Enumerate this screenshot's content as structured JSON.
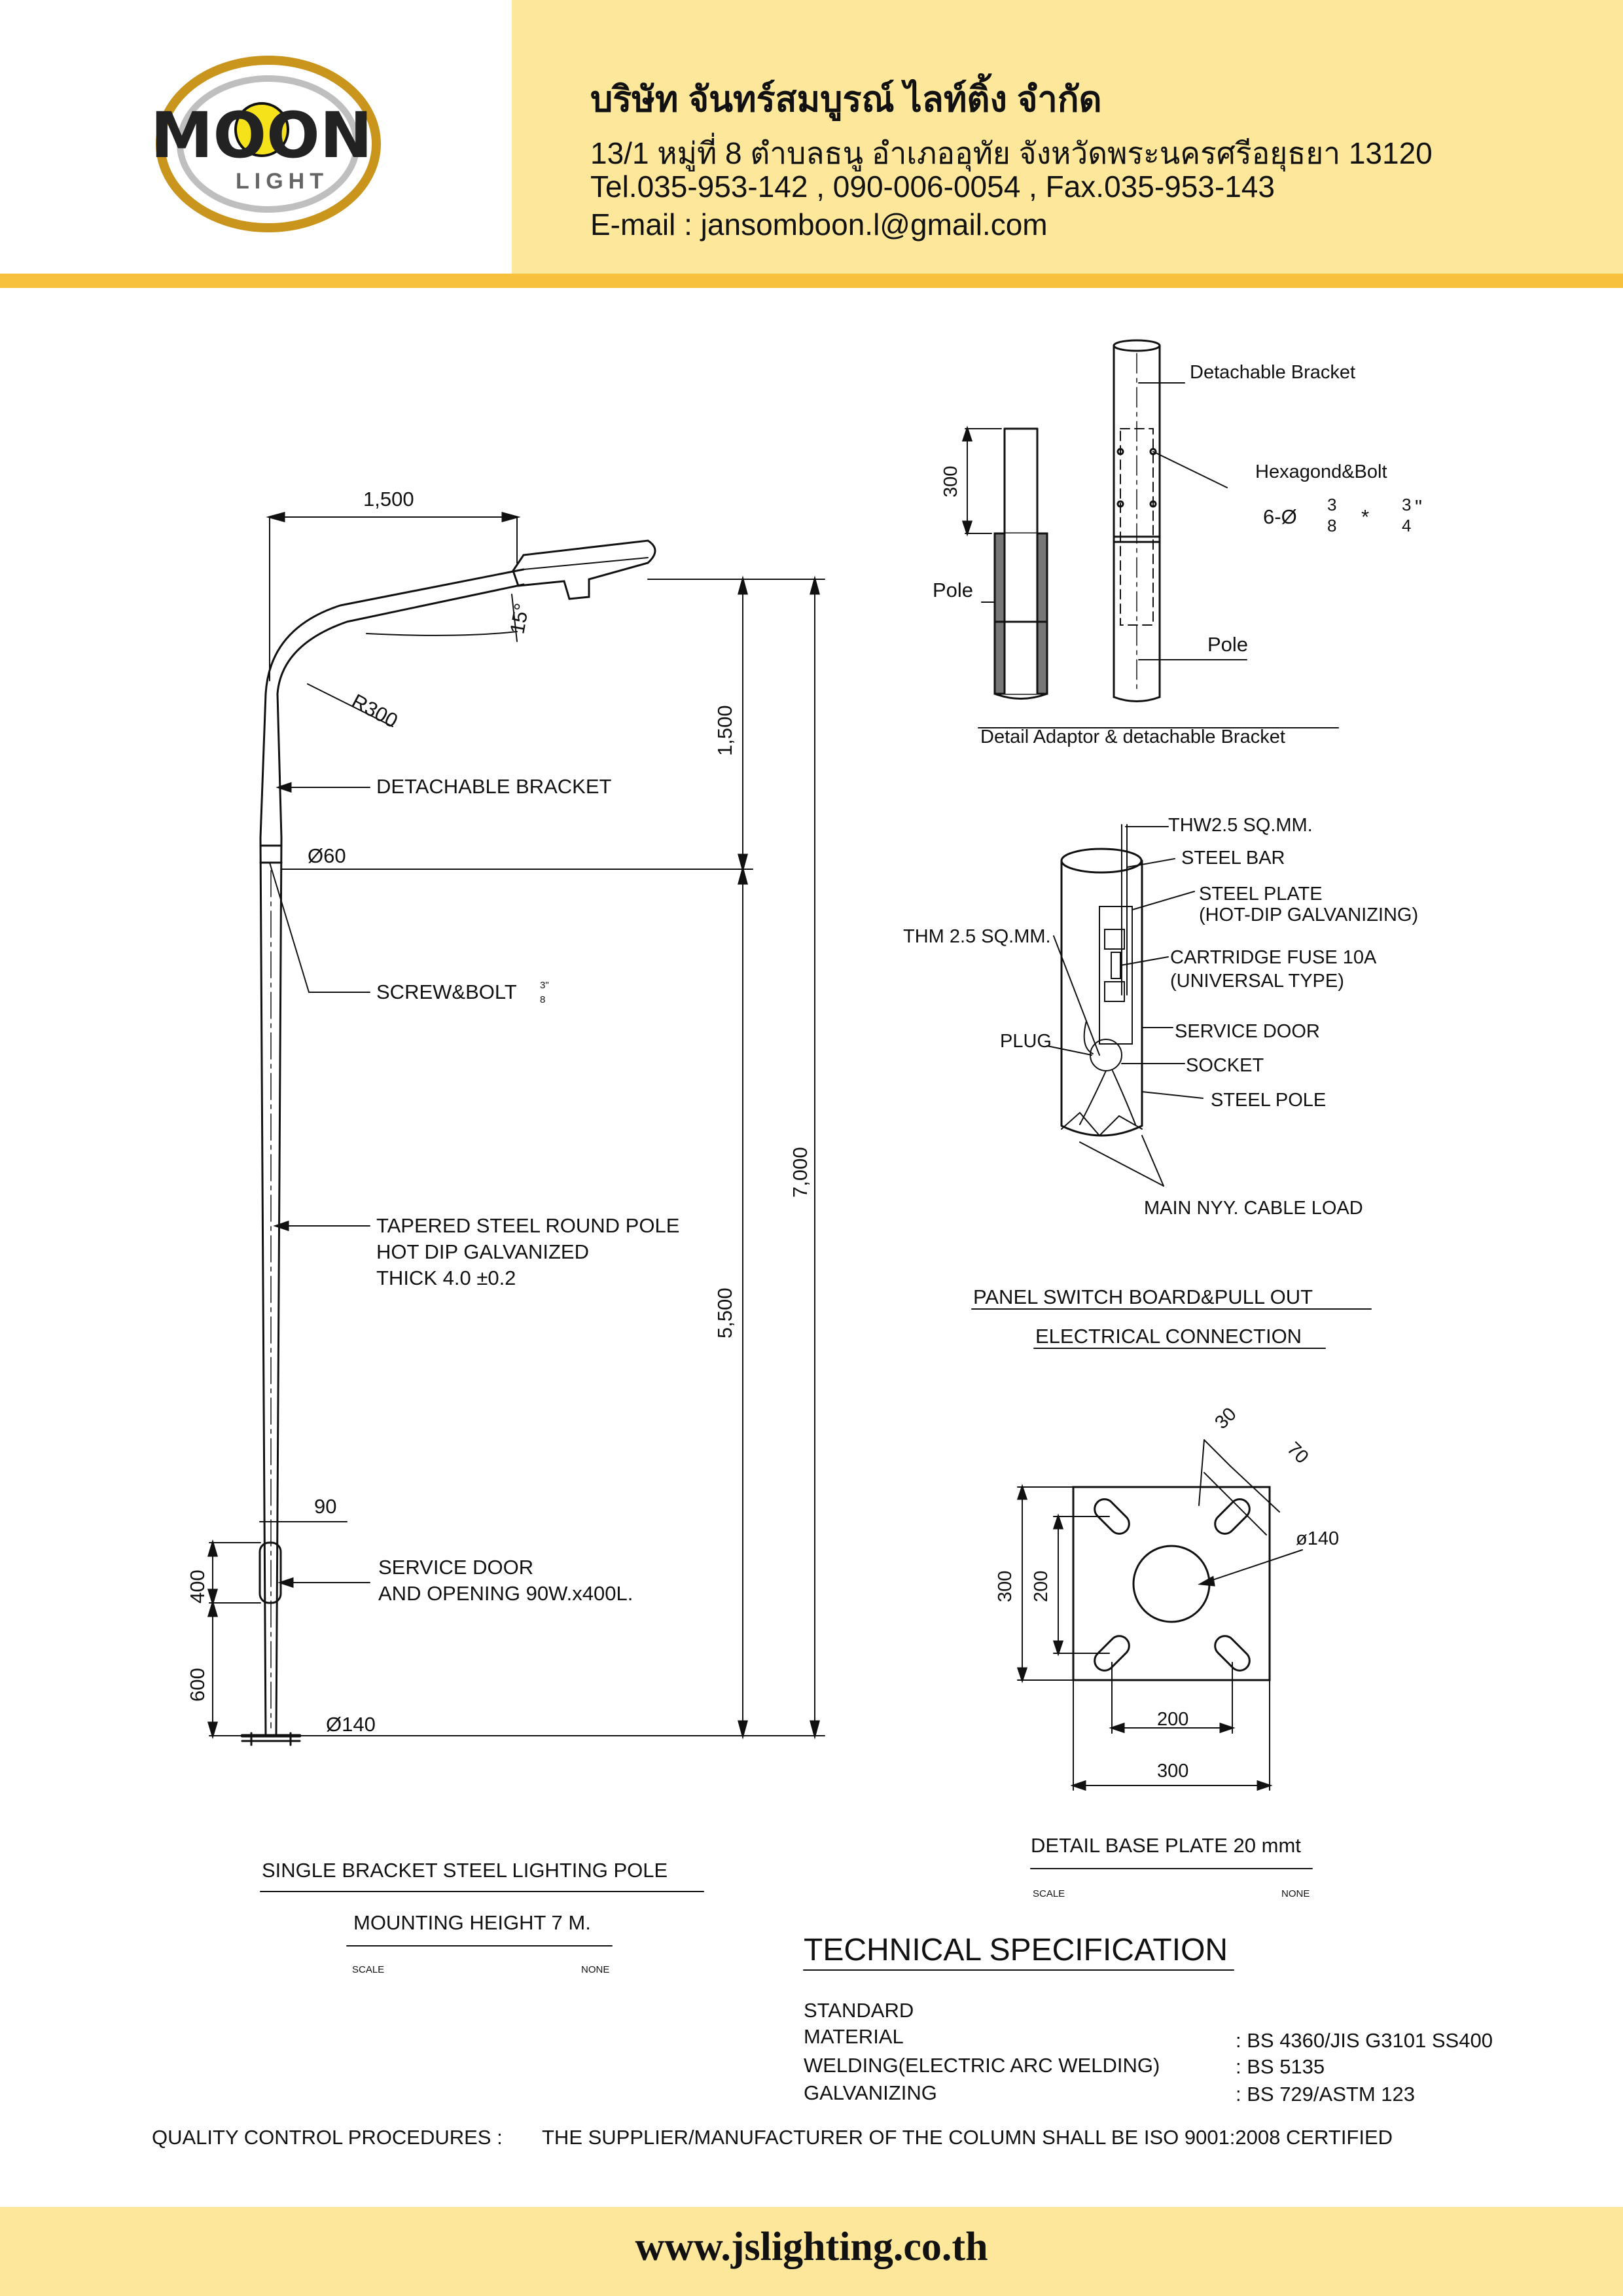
{
  "header": {
    "logo_text": "MOON",
    "logo_sub": "LIGHT",
    "company": "บริษัท จันทร์สมบูรณ์ ไลท์ติ้ง จำกัด",
    "address": "13/1 หมู่ที่ 8 ตำบลธนู อำเภออุทัย จังหวัดพระนครศรีอยุธยา 13120",
    "tel": "Tel.035-953-142 , 090-006-0054 , Fax.035-953-143",
    "email": "E-mail : jansomboon.l@gmail.com"
  },
  "pole": {
    "dim_arm": "1,500",
    "dim_angle": "15°",
    "dim_radius": "R300",
    "dim_upper": "1,500",
    "dim_total": "7,000",
    "dim_lower": "5,500",
    "dim_diam_top": "Ø60",
    "dim_door_w": "90",
    "dim_door_h": "400",
    "dim_door_base": "600",
    "dim_diam_base": "Ø140",
    "label_bracket": "DETACHABLE BRACKET",
    "label_screw": "SCREW&BOLT",
    "label_screw_frac_num": "3\"",
    "label_screw_frac_den": "8",
    "label_pole_1": "TAPERED STEEL ROUND POLE",
    "label_pole_2": "HOT DIP GALVANIZED",
    "label_pole_3": "THICK 4.0 ±0.2",
    "label_door_1": "SERVICE DOOR",
    "label_door_2": "AND OPENING 90W.x400L.",
    "title_1": "SINGLE BRACKET STEEL LIGHTING POLE",
    "title_2": "MOUNTING HEIGHT 7 M.",
    "scale_label": "SCALE",
    "scale_value": "NONE"
  },
  "adaptor": {
    "dim_300": "300",
    "label_pole_left": "Pole",
    "label_detachable": "Detachable Bracket",
    "label_hex": "Hexagond&Bolt",
    "label_hex_spec_a": "6-Ø",
    "label_hex_frac1_num": "3",
    "label_hex_frac1_den": "8",
    "label_hex_star": "*",
    "label_hex_frac2_num": "3",
    "label_hex_frac2_den": "4",
    "label_hex_quote": "\"",
    "label_pole_right": "Pole",
    "title": "Detail Adaptor & detachable Bracket"
  },
  "panel": {
    "l_thw": "THW2.5 SQ.MM.",
    "l_steel_bar": "STEEL BAR",
    "l_plate_1": "STEEL PLATE",
    "l_plate_2": "(HOT-DIP GALVANIZING)",
    "l_thm": "THM 2.5 SQ.MM.",
    "l_fuse_1": "CARTRIDGE FUSE 10A",
    "l_fuse_2": "(UNIVERSAL TYPE)",
    "l_plug": "PLUG",
    "l_door": "SERVICE DOOR",
    "l_socket": "SOCKET",
    "l_steel_pole": "STEEL POLE",
    "l_cable": "MAIN NYY. CABLE LOAD",
    "title_1": "PANEL SWITCH BOARD&PULL OUT",
    "title_2": "ELECTRICAL CONNECTION"
  },
  "baseplate": {
    "d30": "30",
    "d70": "70",
    "d140": "ø140",
    "d300v": "300",
    "d200v": "200",
    "d200h": "200",
    "d300h": "300",
    "title": "DETAIL BASE PLATE 20 mmt",
    "scale_label": "SCALE",
    "scale_value": "NONE"
  },
  "spec": {
    "title": "TECHNICAL SPECIFICATION",
    "rows": [
      {
        "label": "STANDARD",
        "value": ""
      },
      {
        "label": "MATERIAL",
        "value": ": BS 4360/JIS G3101 SS400"
      },
      {
        "label": "WELDING(ELECTRIC ARC WELDING)",
        "value": ": BS 5135"
      },
      {
        "label": "GALVANIZING",
        "value": ": BS 729/ASTM 123"
      }
    ],
    "qc_label": "QUALITY CONTROL PROCEDURES  :",
    "qc_text": "THE SUPPLIER/MANUFACTURER OF THE COLUMN SHALL BE ISO 9001:2008 CERTIFIED"
  },
  "footer": {
    "website": "www.jslighting.co.th"
  },
  "colors": {
    "header_bg": "#fde79a",
    "header_band": "#f7c13d",
    "logo_gold": "#c9951c",
    "logo_yellow": "#f5e21a"
  }
}
